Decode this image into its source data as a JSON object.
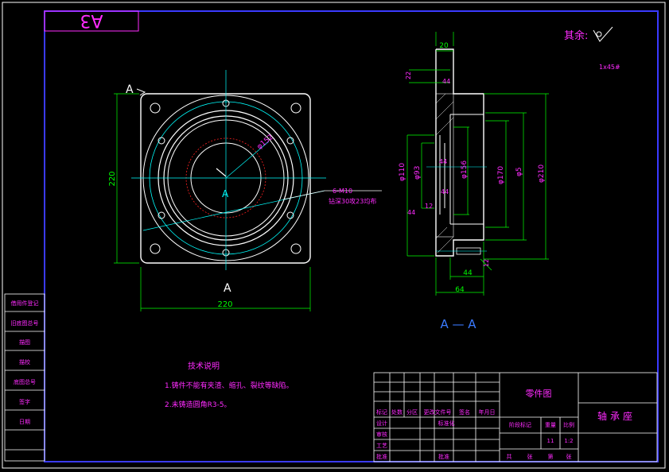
{
  "sheet": {
    "size_mark": "A3",
    "roughness_note": "其余:"
  },
  "front_view": {
    "section_mark": "A",
    "dim_width": "220",
    "dim_height": "220",
    "dim_dia_inner": "φ152",
    "hole_callout_1": "6-M10",
    "hole_callout_2": "钻深30攻23均布"
  },
  "side_view": {
    "dim_top": "20",
    "dim_22": "22",
    "dim_44_top": "44",
    "dim_chamfer": "1x45#",
    "dim_d110": "φ110",
    "dim_d93": "φ93",
    "dim_44_side": "44",
    "dim_12": "12",
    "dim_d156": "φ156",
    "dim_d170": "φ170",
    "dim_d5": "φ5",
    "dim_d210": "φ210",
    "dim_small_a": "44",
    "dim_small_b": "44",
    "dim_bottom_44": "44",
    "dim_bottom_64": "64",
    "dim_12b": "12",
    "section_title": "A — A"
  },
  "tech_notes": {
    "title": "技术说明",
    "line1": "1.铸件不能有夹渣、缩孔、裂纹等缺陷。",
    "line2": "2.未铸造圆角R3-5。"
  },
  "side_table": [
    "借用件登记",
    "旧底图总号",
    "描图",
    "描校",
    "底图总号",
    "签字",
    "日期"
  ],
  "title_block": {
    "drawing_type": "零件图",
    "part_name": "轴承座",
    "rev_headers": [
      "标记",
      "处数",
      "分区",
      "更改文件号",
      "签名",
      "年月日"
    ],
    "row_design": "设计",
    "row_standard": "标准化",
    "row_check": "审核",
    "row_process": "工艺",
    "row_approve": "批准",
    "stage_mark": "阶段标记",
    "weight": "重量",
    "scale": "比例",
    "weight_value": "11",
    "scale_value": "1:2",
    "sheet_total": "共",
    "sheet_word1": "张",
    "sheet_no": "第",
    "sheet_word2": "张"
  }
}
